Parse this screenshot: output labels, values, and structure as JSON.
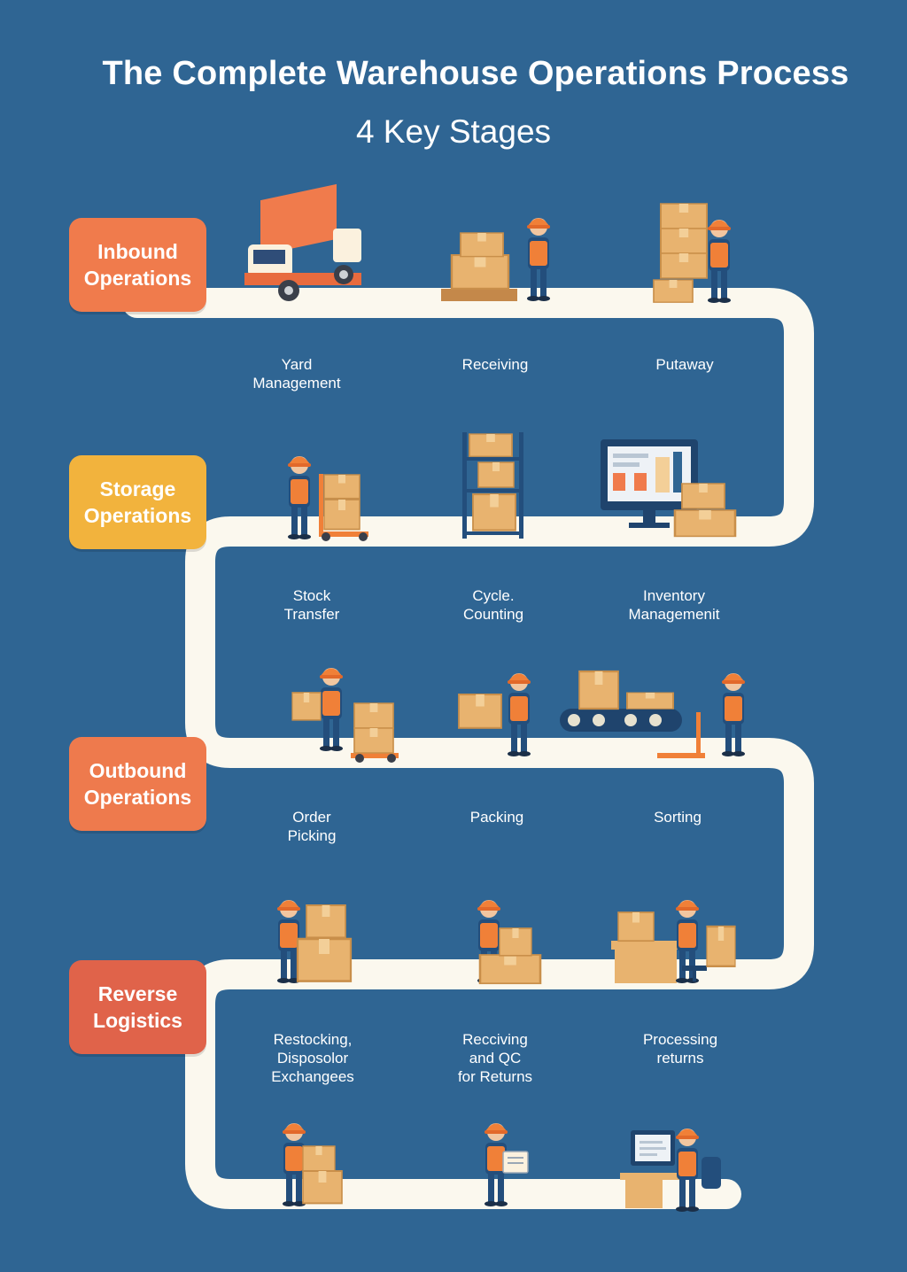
{
  "title": "The Complete Warehouse Operations Process",
  "subtitle": "4 Key Stages",
  "colors": {
    "background": "#2f6593",
    "path": "#fbf8ee",
    "inbound": "#f07b4c",
    "storage": "#f2b33d",
    "outbound": "#ee7a4d",
    "reverse": "#e0634a",
    "box": "#e8b36f",
    "worker_vest": "#f08038",
    "worker_body": "#234e7c"
  },
  "stages": [
    {
      "label": "Inbound\nOperations",
      "steps": [
        "Yard\nManagement",
        "Receiving",
        "Putaway"
      ],
      "icons": [
        "delivery-truck-icon",
        "receiving-worker-icon",
        "putaway-worker-icon"
      ]
    },
    {
      "label": "Storage\nOperations",
      "steps": [
        "Stock\nTransfer",
        "Cycle.\nCounting",
        "Inventory\nManagemenit"
      ],
      "icons": [
        "hand-truck-worker-icon",
        "shelving-rack-icon",
        "inventory-monitor-icon"
      ]
    },
    {
      "label": "Outbound\nOperations",
      "steps": [
        "Order\nPicking",
        "Packing",
        "Sorting"
      ],
      "icons": [
        "picking-worker-icon",
        "packing-worker-icon",
        "conveyor-sorting-icon"
      ]
    },
    {
      "label": "Reverse\nLogistics",
      "steps": [
        "Restocking,\nDisposolor\nExchangees",
        "Recciving\nand QC\nfor Returns",
        "Processing\nreturns"
      ],
      "icons": [
        "restocking-worker-icon",
        "qc-clipboard-worker-icon",
        "returns-desk-worker-icon"
      ]
    }
  ]
}
